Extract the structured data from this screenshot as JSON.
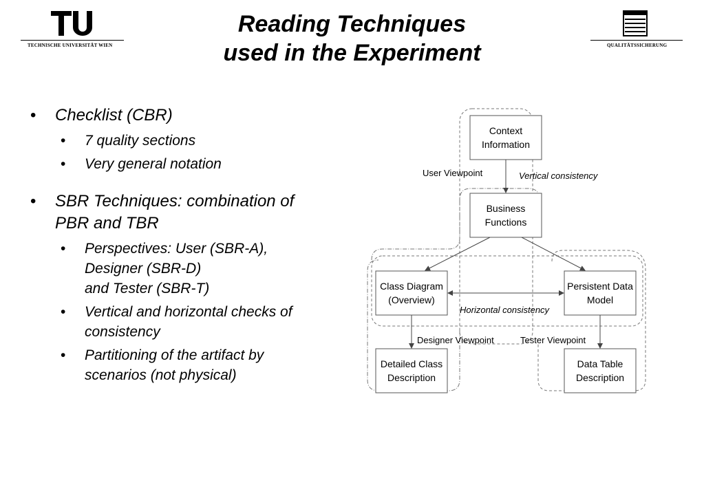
{
  "header": {
    "left_logo": {
      "mark": "TU",
      "caption": "TECHNISCHE UNIVERSITÄT WIEN"
    },
    "right_logo": {
      "caption": "QUALITÄTSSICHERUNG",
      "icon": "stacked-pages-icon"
    },
    "title_line1": "Reading Techniques",
    "title_line2": "used in the Experiment"
  },
  "bullets": {
    "checklist": "Checklist (CBR)",
    "quality_sections": "7 quality sections",
    "general_notation": "Very general notation",
    "sbr": "SBR Techniques: combination of\nPBR and TBR",
    "perspectives": "Perspectives: User (SBR-A),\nDesigner (SBR-D)\nand Tester (SBR-T)",
    "checks": "Vertical and horizontal checks of\nconsistency",
    "partitioning": "Partitioning of the artifact by\nscenarios (not physical)"
  },
  "diagram": {
    "boxes": {
      "context": [
        "Context",
        "Information"
      ],
      "business": [
        "Business",
        "Functions"
      ],
      "class_diagram": [
        "Class Diagram",
        "(Overview)"
      ],
      "persistent": [
        "Persistent Data",
        "Model"
      ],
      "detailed": [
        "Detailed Class",
        "Description"
      ],
      "data_table": [
        "Data Table",
        "Description"
      ]
    },
    "labels": {
      "user_viewpoint": "User Viewpoint",
      "vertical_consistency": "Vertical consistency",
      "horizontal_consistency": "Horizontal consistency",
      "designer_viewpoint": "Designer Viewpoint",
      "tester_viewpoint": "Tester Viewpoint"
    }
  }
}
